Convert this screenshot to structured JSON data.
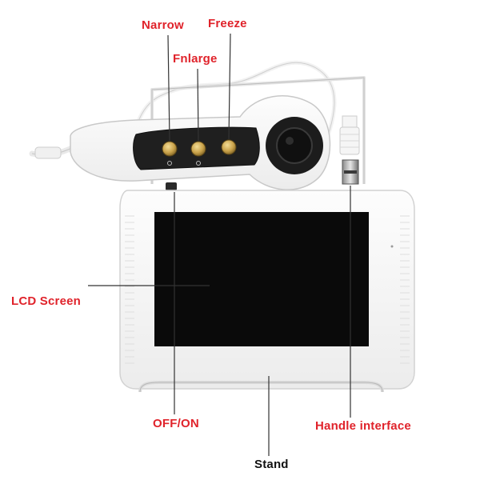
{
  "labels": {
    "narrow": "Narrow",
    "freeze": "Freeze",
    "enlarge": "Fnlarge",
    "lcd_screen": "LCD Screen",
    "off_on": "OFF/ON",
    "handle_interface": "Handle interface",
    "stand": "Stand"
  },
  "colors": {
    "label_red": "#e0232b",
    "label_black": "#111111",
    "device_body": "#f7f7f7",
    "screen": "#0a0a0a",
    "button_gold": "#c9a24a",
    "panel_dark": "#222222"
  },
  "icons": {
    "cable": "cable-icon",
    "handle": "handheld-probe",
    "lens": "lens-icon",
    "connector": "connector-icon"
  }
}
